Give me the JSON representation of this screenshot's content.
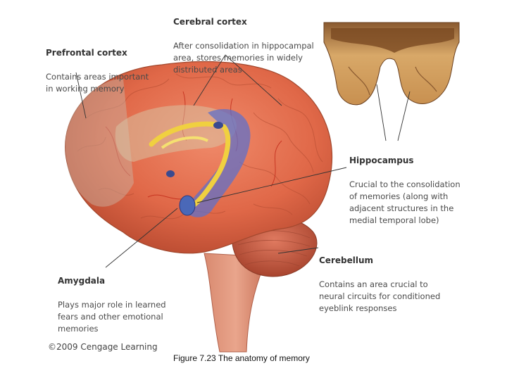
{
  "labels": {
    "prefrontal": {
      "title": "Prefrontal cortex",
      "desc": "Contains areas important\nin working memory"
    },
    "cerebral": {
      "title": "Cerebral cortex",
      "desc": "After consolidation in hippocampal\narea, stores memories in widely\ndistributed areas"
    },
    "hippocampus": {
      "title": "Hippocampus",
      "desc": "Crucial to the consolidation\nof memories (along with\nadjacent structures in the\nmedial temporal lobe)"
    },
    "cerebellum": {
      "title": "Cerebellum",
      "desc": "Contains an area crucial to\nneural circuits for conditioned\neyeblink responses"
    },
    "amygdala": {
      "title": "Amygdala",
      "desc": "Plays major role in learned\nfears and other emotional\nmemories"
    }
  },
  "credit": "©2009 Cengage Learning",
  "caption": "Figure 7.23  The anatomy of memory"
}
